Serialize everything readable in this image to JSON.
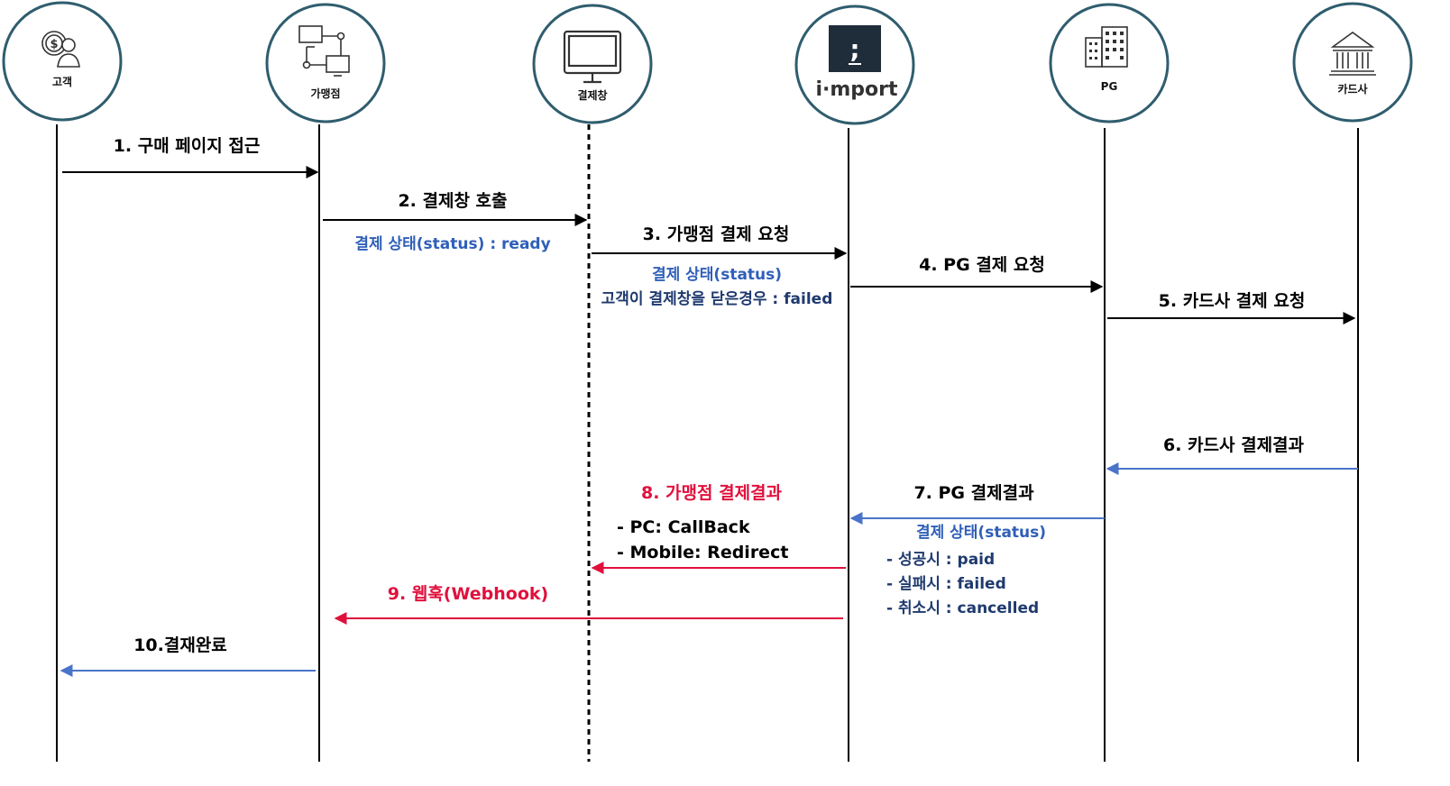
{
  "colors": {
    "circle_stroke": "#2f5d6e",
    "black": "#000000",
    "blue_text": "#2f5fb8",
    "navy_text": "#1f3a6e",
    "red": "#e0103c",
    "blue_arrow": "#4a74c9",
    "iamport_box": "#1f2d3a"
  },
  "actors": [
    {
      "id": "customer",
      "label": "고객",
      "icon": "customer-coin-icon"
    },
    {
      "id": "merchant",
      "label": "가맹점",
      "icon": "network-computers-icon"
    },
    {
      "id": "payment_window",
      "label": "결제창",
      "icon": "monitor-icon"
    },
    {
      "id": "iamport",
      "label": "",
      "logo_text": "i·mport",
      "logo_mark": ";",
      "icon": "iamport-logo"
    },
    {
      "id": "pg",
      "label": "PG",
      "icon": "building-icon"
    },
    {
      "id": "card_company",
      "label": "카드사",
      "icon": "bank-icon"
    }
  ],
  "messages": {
    "m1": "1. 구매 페이지 접근",
    "m2": "2. 결제창 호출",
    "m2_status": "결제 상태(status) : ready",
    "m3": "3. 가맹점 결제 요청",
    "m3_status_title": "결제 상태(status)",
    "m3_status_detail": "고객이 결제창을 닫은경우 : failed",
    "m4": "4. PG 결제 요청",
    "m5": "5. 카드사 결제 요청",
    "m6": "6. 카드사 결제결과",
    "m7": "7. PG 결제결과",
    "m7_status_title": "결제 상태(status)",
    "m7_status_lines": [
      "- 성공시 : paid",
      "- 실패시 : failed",
      "- 취소시 : cancelled"
    ],
    "m8": "8. 가맹점 결제결과",
    "m8_lines": [
      "- PC: CallBack",
      "- Mobile: Redirect"
    ],
    "m9": "9. 웹훅(Webhook)",
    "m10": "10.결재완료"
  }
}
